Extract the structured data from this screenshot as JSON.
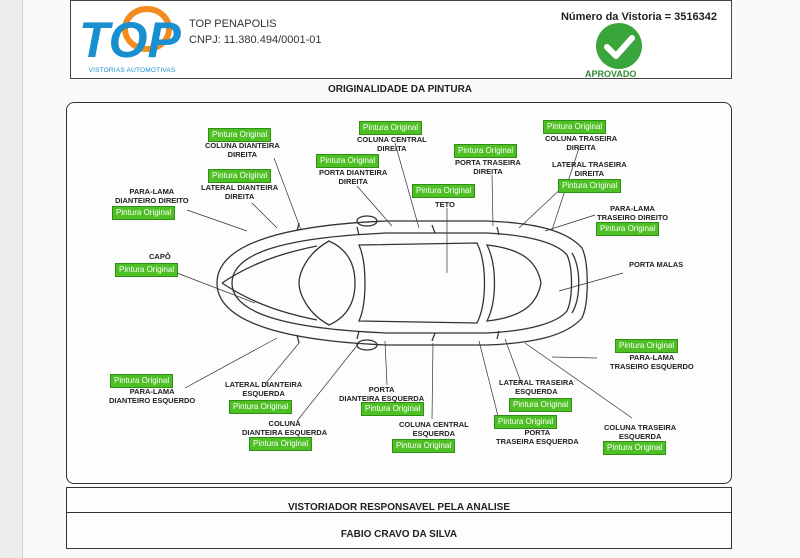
{
  "header": {
    "logo_text": "TOP",
    "logo_subtitle": "VISTORIAS AUTOMOTIVAS",
    "company_name": "TOP PENAPOLIS",
    "cnpj": "CNPJ: 11.380.494/0001-01",
    "vistoria_label": "Número da Vistoria = 3516342",
    "status": "APROVADO",
    "status_color": "#3aa53a"
  },
  "section_title": "ORIGINALIDADE DA PINTURA",
  "badge_color": "#4fbf26",
  "parts": [
    {
      "label": "COLUNA DIANTEIRA\nDIREITA",
      "status": "Pintura Original"
    },
    {
      "label": "COLUNA CENTRAL\nDIREITA",
      "status": "Pintura Original"
    },
    {
      "label": "COLUNA TRASEIRA\nDIREITA",
      "status": "Pintura Original"
    },
    {
      "label": "PORTA TRASEIRA\nDIREITA",
      "status": "Pintura Original"
    },
    {
      "label": "PORTA DIANTEIRA\nDIREITA",
      "status": "Pintura Original"
    },
    {
      "label": "LATERAL DIANTEIRA\nDIREITA",
      "status": "Pintura Original"
    },
    {
      "label": "LATERAL TRASEIRA\nDIREITA",
      "status": "Pintura Original"
    },
    {
      "label": "TETO",
      "status": "Pintura Original"
    },
    {
      "label": "PARA-LAMA\nDIANTEIRO DIREITO",
      "status": "Pintura Original"
    },
    {
      "label": "PARA-LAMA\nTRASEIRO DIREITO",
      "status": "Pintura Original"
    },
    {
      "label": "CAPÔ",
      "status": "Pintura Original"
    },
    {
      "label": "PORTA MALAS",
      "status": ""
    },
    {
      "label": "PARA-LAMA\nTRASEIRO ESQUERDO",
      "status": "Pintura Original"
    },
    {
      "label": "PARA-LAMA\nDIANTEIRO ESQUERDO",
      "status": "Pintura Original"
    },
    {
      "label": "LATERAL DIANTEIRA\nESQUERDA",
      "status": "Pintura Original"
    },
    {
      "label": "PORTA\nDIANTEIRA ESQUERDA",
      "status": "Pintura Original"
    },
    {
      "label": "LATERAL TRASEIRA\nESQUERDA",
      "status": "Pintura Original"
    },
    {
      "label": "COLUNA\nDIANTEIRA ESQUERDA",
      "status": "Pintura Original"
    },
    {
      "label": "COLUNA CENTRAL\nESQUERDA",
      "status": "Pintura Original"
    },
    {
      "label": "PORTA\nTRASEIRA ESQUERDA",
      "status": "Pintura Original"
    },
    {
      "label": "COLUNA TRASEIRA\nESQUERDA",
      "status": "Pintura Original"
    }
  ],
  "footer": {
    "responsible_title": "VISTORIADOR RESPONSAVEL PELA ANALISE",
    "inspector_name": "FABIO CRAVO DA SILVA"
  }
}
